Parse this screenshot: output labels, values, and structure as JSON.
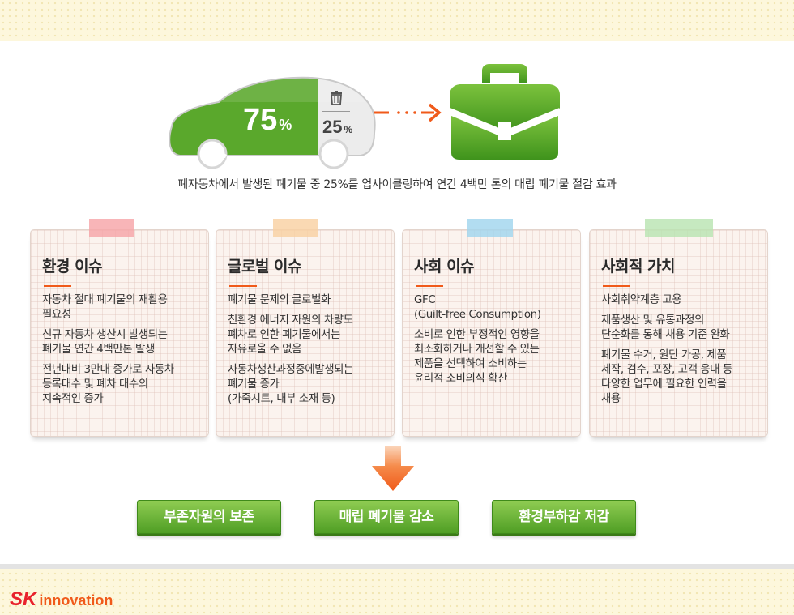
{
  "diagram": {
    "car": {
      "recycle_percent": "75",
      "recycle_unit": "%",
      "waste_percent": "25",
      "waste_unit": "%",
      "recycle_icon": "recycle-icon",
      "waste_icon": "trash-can-icon",
      "colors": {
        "green": "#5aa82c",
        "gray": "#e6e6e6"
      }
    },
    "target_icon": "briefcase-icon",
    "caption": "폐자동차에서 발생된 폐기물 중 25%를 업사이클링하여 연간 4백만 톤의 매립 폐기물 절감 효과",
    "cards": [
      {
        "title": "환경 이슈",
        "tape_color": "#f6a3a6",
        "items": [
          "자동차 절대 폐기물의 재활용\n필요성",
          "신규 자동차 생산시 발생되는\n폐기물 연간 4백만톤 발생",
          "전년대비 3만대 증가로 자동차\n등록대수 및 폐차 대수의\n지속적인 증가"
        ]
      },
      {
        "title": "글로벌 이슈",
        "tape_color": "#f9cfa0",
        "items": [
          "폐기물 문제의 글로벌화",
          "친환경 에너지 자원의 차량도\n폐차로 인한 폐기물에서는\n자유로울 수 없음",
          "자동차생산과정중에발생되는\n폐기물 증가\n(가죽시트, 내부 소재 등)"
        ]
      },
      {
        "title": "사회 이슈",
        "tape_color": "#9fd4ee",
        "items": [
          "GFC\n(Guilt-free Consumption)",
          "소비로 인한 부정적인 영향을\n최소화하거나 개선할 수 있는\n제품을 선택하여 소비하는\n윤리적 소비의식 확산"
        ]
      },
      {
        "title": "사회적 가치",
        "tape_color": "#b8e3b0",
        "items": [
          "사회취약계층 고용",
          "제품생산 및 유통과정의\n단순화를 통해 채용 기준 완화",
          "폐기물 수거, 원단 가공, 제품\n제작, 검수, 포장, 고객 응대 등\n다양한 업무에 필요한 인력을\n채용"
        ]
      }
    ],
    "results": [
      "부존자원의 보존",
      "매립 폐기물 감소",
      "환경부하감 저감"
    ],
    "accent_color": "#f05a1a"
  },
  "footer": {
    "logo_sk": "SK",
    "logo_innovation": "innovation"
  }
}
